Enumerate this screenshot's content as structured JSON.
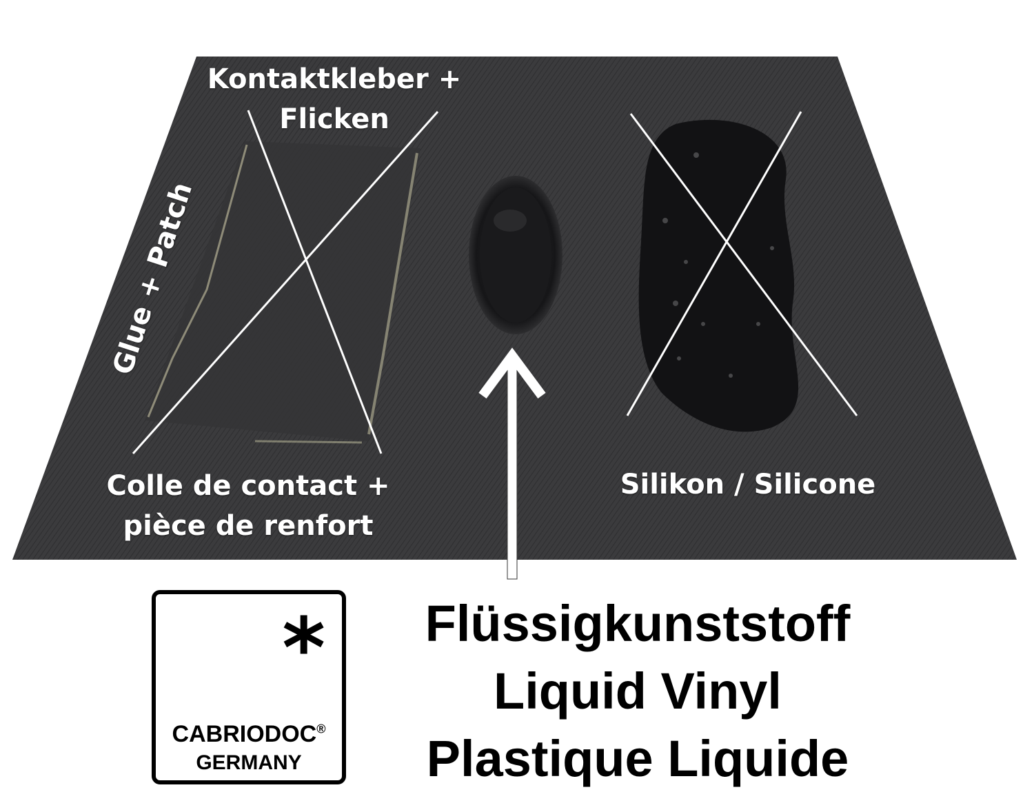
{
  "labels": {
    "kontakt": [
      "Kontaktkleber +",
      "Flicken"
    ],
    "glue": "Glue + Patch",
    "colle": [
      "Colle de contact +",
      "pièce de renfort"
    ],
    "silikon": "Silikon / Silicone"
  },
  "product": {
    "line1": "Flüssigkunststoff",
    "line2": "Liquid Vinyl",
    "line3": "Plastique Liquide"
  },
  "logo": {
    "symbol": "*",
    "brand": "CABRIODOC",
    "registered": "®",
    "country": "GERMANY"
  },
  "colors": {
    "fabric": "#3a3a3c",
    "fabric_dark": "#2b2b2d",
    "silicone": "#121214",
    "vinyl_patch": "#1c1c1e",
    "glue_residue": "#d8d4b0",
    "annotation": "#ffffff"
  },
  "icons": {
    "cross_marks": "x-mark-icon",
    "pointer": "arrow-up-icon",
    "logo": "asterisk-icon"
  }
}
